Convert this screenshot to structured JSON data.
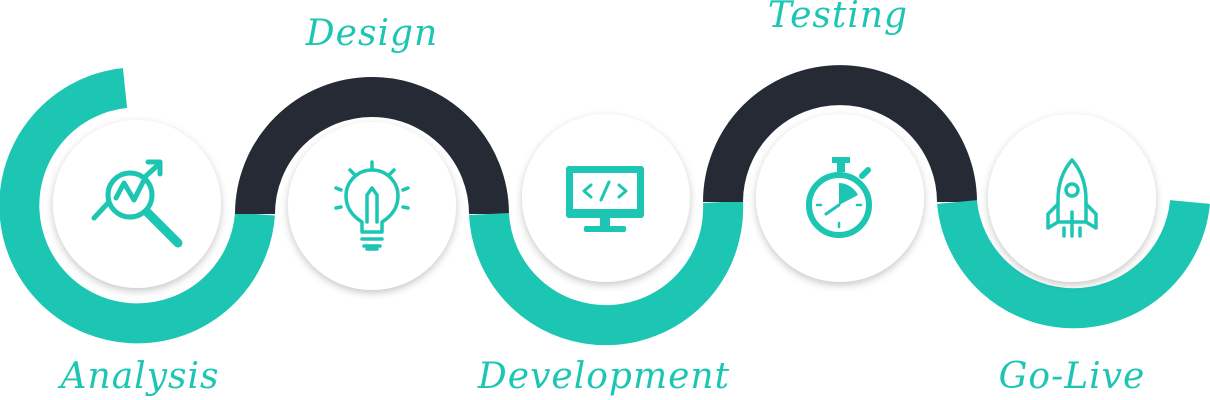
{
  "steps": [
    {
      "label": "Analysis",
      "icon": "analytics-magnifier-icon"
    },
    {
      "label": "Design",
      "icon": "lightbulb-pencil-icon"
    },
    {
      "label": "Development",
      "icon": "code-monitor-icon"
    },
    {
      "label": "Testing",
      "icon": "stopwatch-icon"
    },
    {
      "label": "Go-Live",
      "icon": "rocket-icon"
    }
  ],
  "colors": {
    "teal": "#1cc6b3",
    "dark": "#252a35",
    "circle": "#ffffff"
  }
}
